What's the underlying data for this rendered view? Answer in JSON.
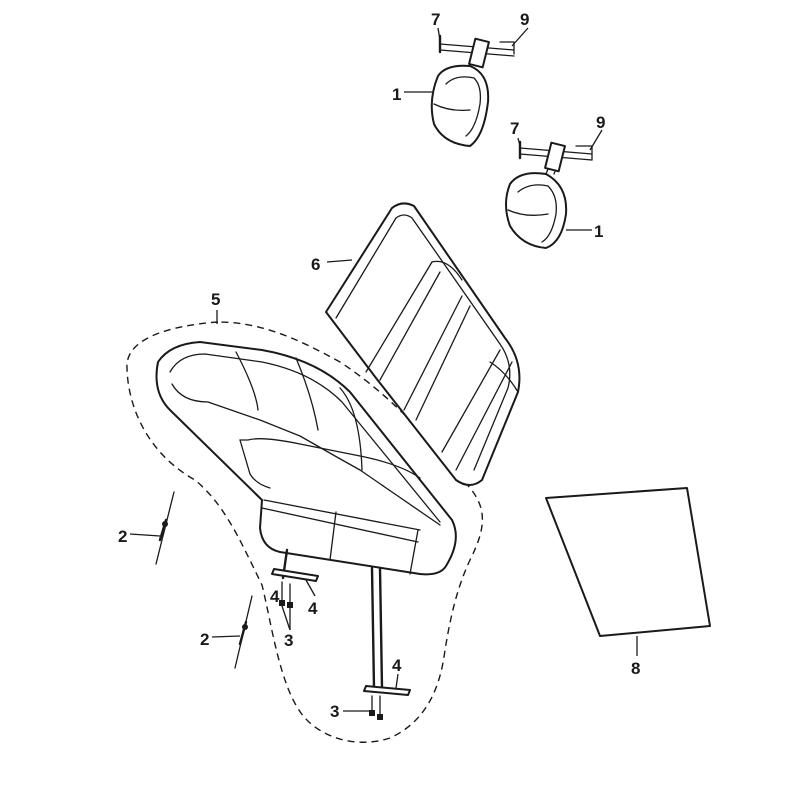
{
  "callouts": {
    "headrest_left": "1",
    "headrest_right": "1",
    "screw_upper": "2",
    "screw_lower": "2",
    "bolt_left": "3",
    "bolt_bottom": "3",
    "washer_left_a": "4",
    "washer_left_b": "4",
    "washer_bottom": "4",
    "seat_assembly": "5",
    "backrest": "6",
    "guide_left": "7",
    "guide_right": "7",
    "bracket_left": "9",
    "bracket_right": "9",
    "panel": "8"
  },
  "colors": {
    "line": "#1a1a1a",
    "background": "#ffffff"
  }
}
